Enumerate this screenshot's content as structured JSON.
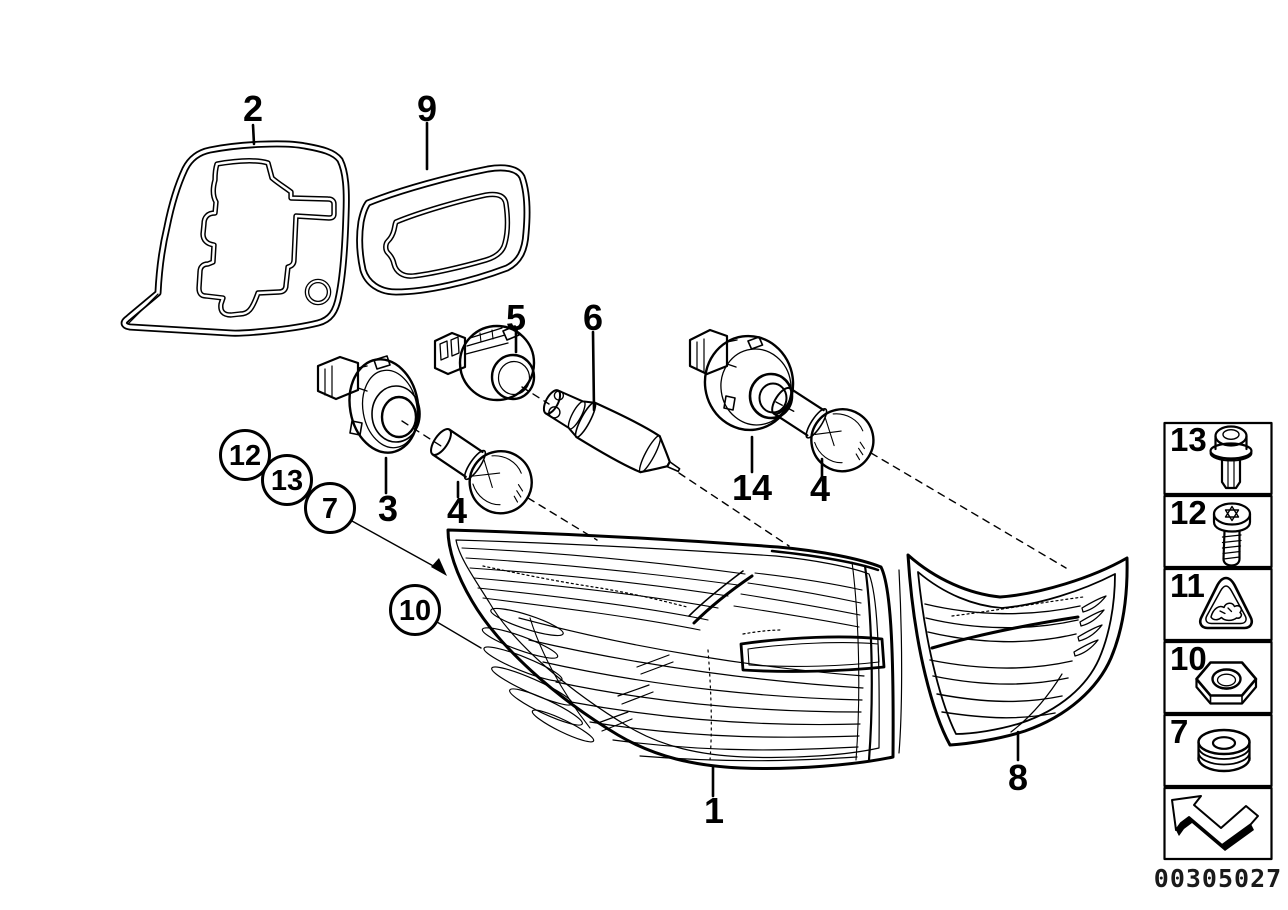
{
  "diagram": {
    "background_color": "#ffffff",
    "line_color": "#000000",
    "image_id": "00305027",
    "callouts": [
      "2",
      "9",
      "5",
      "6",
      "3",
      "4",
      "14",
      "4",
      "1",
      "8"
    ],
    "circled_callouts": [
      "12",
      "13",
      "7",
      "10"
    ],
    "legend_labels": [
      "13",
      "12",
      "11",
      "10",
      "7"
    ]
  }
}
